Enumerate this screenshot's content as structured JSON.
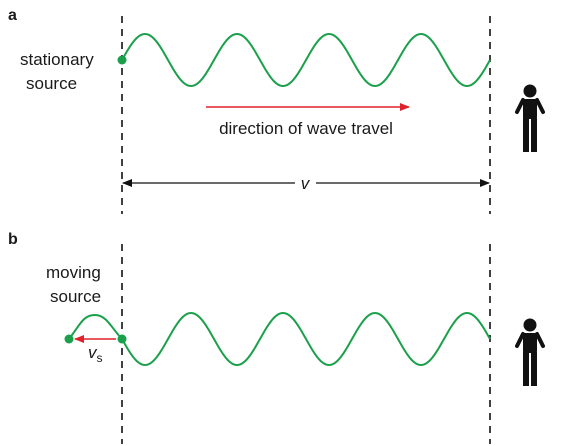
{
  "panels": {
    "a": {
      "label": "a",
      "source_label_line1": "stationary",
      "source_label_line2": "source",
      "direction_label": "direction of wave travel",
      "speed_label": "v"
    },
    "b": {
      "label": "b",
      "source_label_line1": "moving",
      "source_label_line2": "source",
      "source_speed_label": "v",
      "source_speed_subscript": "s"
    }
  },
  "colors": {
    "wave": "#1aa04a",
    "arrow": "#e0202a",
    "ink": "#111111"
  },
  "icons": [
    "observer-icon",
    "observer-icon"
  ]
}
